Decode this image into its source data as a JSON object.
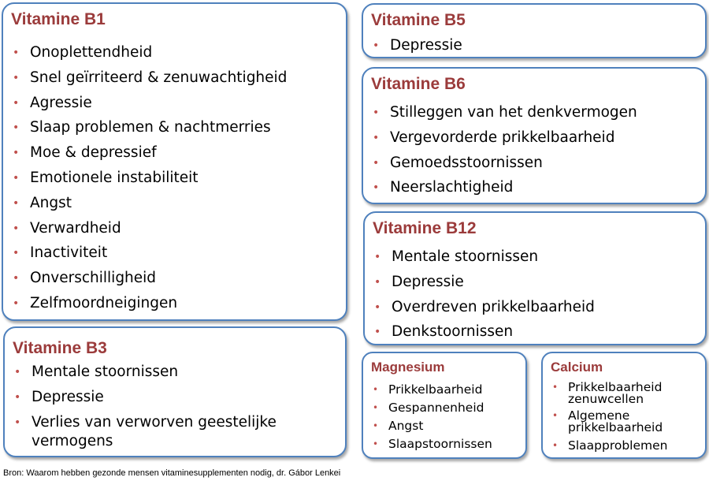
{
  "boxes": {
    "b1": {
      "title": "Vitamine B1",
      "items": [
        "Onoplettendheid",
        "Snel geïrriteerd & zenuwachtigheid",
        "Agressie",
        "Slaap problemen & nachtmerries",
        "Moe & depressief",
        "Emotionele instabiliteit",
        "Angst",
        "Verwardheid",
        "Inactiviteit",
        "Onverschilligheid",
        "Zelfmoordneigingen"
      ]
    },
    "b3": {
      "title": "Vitamine B3",
      "items": [
        "Mentale stoornissen",
        "Depressie",
        "Verlies van verworven geestelijke vermogens"
      ]
    },
    "b5": {
      "title": "Vitamine B5",
      "items": [
        "Depressie"
      ]
    },
    "b6": {
      "title": "Vitamine B6",
      "items": [
        "Stilleggen van het denkvermogen",
        "Vergevorderde prikkelbaarheid",
        "Gemoedsstoornissen",
        "Neerslachtigheid"
      ]
    },
    "b12": {
      "title": "Vitamine B12",
      "items": [
        "Mentale stoornissen",
        "Depressie",
        "Overdreven prikkelbaarheid",
        "Denkstoornissen"
      ]
    },
    "mg": {
      "title": "Magnesium",
      "items": [
        "Prikkelbaarheid",
        "Gespannenheid",
        "Angst",
        "Slaapstoornissen"
      ]
    },
    "ca": {
      "title": "Calcium",
      "items": [
        "Prikkelbaarheid zenuwcellen",
        "Algemene prikkelbaarheid",
        "Slaapproblemen"
      ]
    }
  },
  "source": "Bron: Waarom hebben gezonde mensen vitaminesupplementen nodig, dr. Gábor Lenkei",
  "bullet_char": "•",
  "colors": {
    "border": "#4f81bd",
    "title": "#9b3b3b",
    "bullet": "#c0504d"
  }
}
